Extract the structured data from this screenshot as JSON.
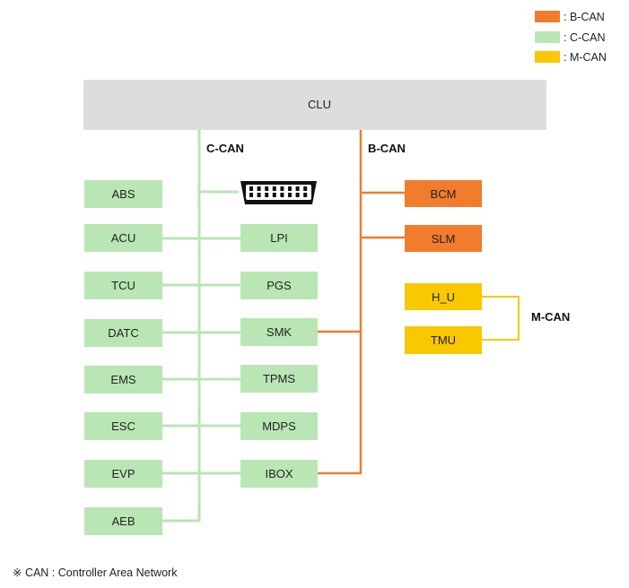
{
  "colors": {
    "b_can": "#f07c2c",
    "c_can": "#b9e6b4",
    "m_can": "#f9c800",
    "clu": "#dddddd",
    "connector": "#ffffff"
  },
  "legend": [
    {
      "key": "b_can",
      "label": ": B-CAN"
    },
    {
      "key": "c_can",
      "label": ": C-CAN"
    },
    {
      "key": "m_can",
      "label": ": M-CAN"
    }
  ],
  "clu": {
    "label": "CLU"
  },
  "bus_labels": {
    "c_can": "C-CAN",
    "b_can": "B-CAN",
    "m_can": "M-CAN"
  },
  "nodes": {
    "abs": {
      "label": "ABS",
      "bus": "c_can"
    },
    "acu": {
      "label": "ACU",
      "bus": "c_can"
    },
    "tcu": {
      "label": "TCU",
      "bus": "c_can"
    },
    "datc": {
      "label": "DATC",
      "bus": "c_can"
    },
    "ems": {
      "label": "EMS",
      "bus": "c_can"
    },
    "esc": {
      "label": "ESC",
      "bus": "c_can"
    },
    "evp": {
      "label": "EVP",
      "bus": "c_can"
    },
    "aeb": {
      "label": "AEB",
      "bus": "c_can"
    },
    "lpi": {
      "label": "LPI",
      "bus": "c_can"
    },
    "pgs": {
      "label": "PGS",
      "bus": "c_can"
    },
    "smk": {
      "label": "SMK",
      "bus": "c_can"
    },
    "tpms": {
      "label": "TPMS",
      "bus": "c_can"
    },
    "mdps": {
      "label": "MDPS",
      "bus": "c_can"
    },
    "ibox": {
      "label": "IBOX",
      "bus": "c_can"
    },
    "bcm": {
      "label": "BCM",
      "bus": "b_can"
    },
    "slm": {
      "label": "SLM",
      "bus": "b_can"
    },
    "h_u": {
      "label": "H_U",
      "bus": "m_can"
    },
    "tmu": {
      "label": "TMU",
      "bus": "m_can"
    }
  },
  "footnote": "※ CAN : Controller Area Network"
}
